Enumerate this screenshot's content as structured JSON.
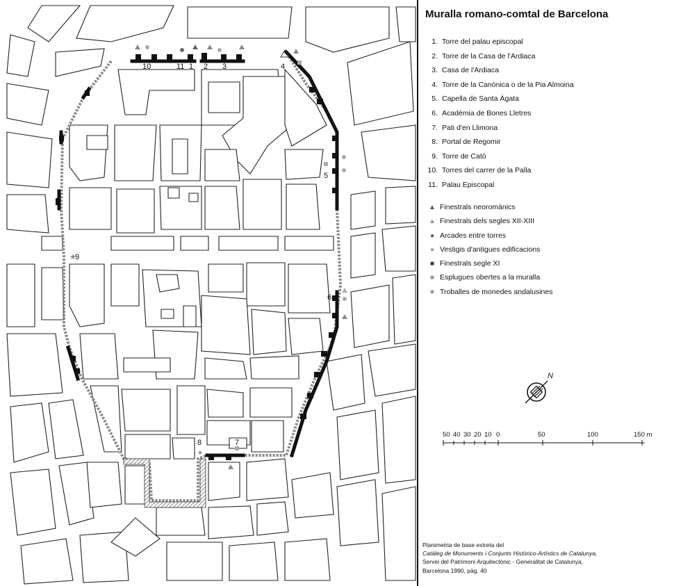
{
  "legend": {
    "title": "Muralla romano-comtal de Barcelona",
    "items": [
      {
        "num": "1.",
        "label": "Torre del palau episcopal"
      },
      {
        "num": "2.",
        "label": "Torre de la Casa de l'Ardiaca"
      },
      {
        "num": "3.",
        "label": "Casa de l'Ardiaca"
      },
      {
        "num": "4.",
        "label": "Torre de la Canònica o de la Pia Almoina"
      },
      {
        "num": "5.",
        "label": "Capella de Santa Àgata"
      },
      {
        "num": "6.",
        "label": "Acadèmia de Bones Lletres"
      },
      {
        "num": "7.",
        "label": "Pati d'en Llimona"
      },
      {
        "num": "8.",
        "label": "Portal de Regomir"
      },
      {
        "num": "9.",
        "label": "Torre de Cató"
      },
      {
        "num": "10.",
        "label": "Torres del carrer de la Palla"
      },
      {
        "num": "11.",
        "label": "Palau Episcopal"
      }
    ],
    "symbols": [
      {
        "icon": "▲",
        "kind": "tri-dark",
        "name": "triangle-dark-icon",
        "label": "Finestrals neoromànics"
      },
      {
        "icon": "▲",
        "kind": "tri-light",
        "name": "triangle-light-icon",
        "label": "Finestrals dels segles XII-XIII"
      },
      {
        "icon": "●",
        "kind": "circ-dark",
        "name": "circle-dark-icon",
        "label": "Arcades entre torres"
      },
      {
        "icon": "●",
        "kind": "circ-light",
        "name": "circle-light-icon",
        "label": "Vestigis d'antigues edificacions"
      },
      {
        "icon": "■",
        "kind": "sq",
        "name": "square-dark-icon",
        "label": "Finestrals segle XI"
      },
      {
        "icon": "■",
        "kind": "sq-light",
        "name": "square-light-icon",
        "label": "Esplugues obertes a la muralla"
      },
      {
        "icon": "★",
        "kind": "star",
        "name": "star-icon",
        "label": "Troballes de monedes andalusines"
      }
    ],
    "compass_label": "N",
    "scale": {
      "left_labels": [
        "50",
        "40",
        "30",
        "20",
        "10",
        "0"
      ],
      "right_labels": [
        "50",
        "100",
        "150 m"
      ]
    },
    "credits": [
      {
        "text": "Planimetria de base extreta del",
        "italic": false
      },
      {
        "text": "Catàleg de Monuments i Conjunts Històrico-Artístics de Catalunya,",
        "italic": true
      },
      {
        "text": "Servei del Patrimoni Arquitectònic - Generalitat de Catalunya,",
        "italic": false
      },
      {
        "text": "Barcelona 1990, pàg. 40",
        "italic": false
      }
    ]
  },
  "map": {
    "labels": [
      "10",
      "11",
      "1",
      "2",
      "3",
      "4",
      "5",
      "6",
      "7",
      "8",
      "9"
    ]
  },
  "colors": {
    "wall": "#111111",
    "lost_wall": "#888888",
    "streets": "#222222",
    "background": "#ffffff"
  }
}
